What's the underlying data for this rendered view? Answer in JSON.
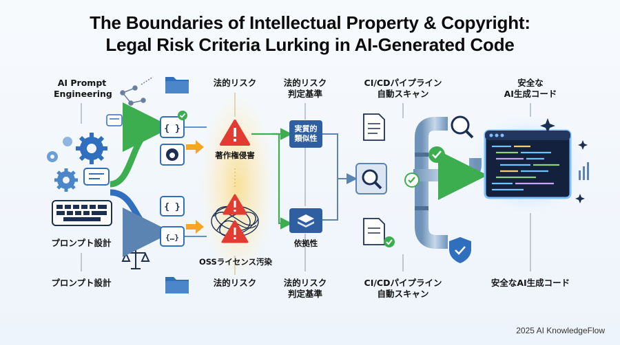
{
  "title_line1": "The Boundaries of Intellectual Property & Copyright:",
  "title_line2": "Legal Risk Criteria Lurking in AI-Generated Code",
  "labels": {
    "ai_prompt_line1": "AI Prompt",
    "ai_prompt_line2": "Engineering",
    "legal_risk_top": "法的リスク",
    "legal_criteria_top_line1": "法的リスク",
    "legal_criteria_top_line2": "判定基準",
    "cicd_top_line1": "CI/CDパイプライン",
    "cicd_top_line2": "自動スキャン",
    "safe_top_line1": "安全な",
    "safe_top_line2": "AI生成コード",
    "copyright_infringement": "著作権侵害",
    "substantial_similarity_line1": "実質的",
    "substantial_similarity_line2": "類似性",
    "dependency": "依拠性",
    "oss_contamination": "OSSライセンス汚染",
    "prompt_design_mid": "プロンプト設計",
    "prompt_design_bottom": "プロンプト設計",
    "legal_risk_bottom": "法的リスク",
    "legal_criteria_bottom_line1": "法的リスク",
    "legal_criteria_bottom_line2": "判定基準",
    "cicd_bottom_line1": "CI/CDパイプライン",
    "cicd_bottom_line2": "自動スキャン",
    "safe_bottom": "安全なAI生成コード"
  },
  "footer": "2025 AI KnowledgeFlow",
  "icons": [
    "gear-icon",
    "chat-bubble-icon",
    "keyboard-icon",
    "scales-icon",
    "folder-icon",
    "code-brackets-icon",
    "github-icon",
    "warning-icon",
    "tangled-lines-icon",
    "layers-icon",
    "document-icon",
    "magnifier-icon",
    "pipeline-icon",
    "check-circle-icon",
    "shield-check-icon",
    "code-window-icon",
    "sparkle-icon",
    "network-icon"
  ],
  "colors": {
    "blue": "#2f6fbe",
    "dark_navy": "#1c2e52",
    "green": "#3cae4f",
    "red": "#e23b32",
    "orange": "#f5a623",
    "yellow_glow": "#fbe7a6"
  }
}
